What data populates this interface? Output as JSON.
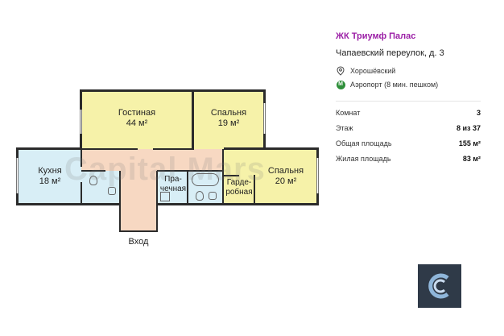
{
  "listing": {
    "title": "ЖК Триумф Палас",
    "address": "Чапаевский переулок, д. 3",
    "district": "Хорошёвский",
    "metro_letter": "М",
    "metro": "Аэропорт (8 мин. пешком)",
    "stats": [
      {
        "key": "Комнат",
        "value": "3"
      },
      {
        "key": "Этаж",
        "value": "8 из 37"
      },
      {
        "key": "Общая площадь",
        "value": "155 м²"
      },
      {
        "key": "Жилая площадь",
        "value": "83 м²"
      }
    ]
  },
  "plan": {
    "living": {
      "name": "Гостиная",
      "area": "44 м²"
    },
    "bedroom1": {
      "name": "Спальня",
      "area": "19 м²"
    },
    "bedroom2": {
      "name": "Спальня",
      "area": "20 м²"
    },
    "kitchen": {
      "name": "Кухня",
      "area": "18 м²"
    },
    "laundry": {
      "line1": "Пра-",
      "line2": "чечная"
    },
    "wardrobe": {
      "line1": "Гарде-",
      "line2": "робная"
    },
    "entrance": "Вход",
    "watermark": "Capital Mars"
  },
  "colors": {
    "living": "#f6f2a9",
    "kitchen": "#d8eef6",
    "corridor": "#f7d8c2",
    "bath": "#d8eef6",
    "wardrobe": "#f3c9b2",
    "title": "#9b1fa6",
    "metro": "#2e8f3a",
    "logo_bg": "#2f3a48"
  },
  "icons": {
    "district": "location-pin-icon",
    "metro": "metro-icon",
    "logo": "capital-mars-logo-icon"
  }
}
